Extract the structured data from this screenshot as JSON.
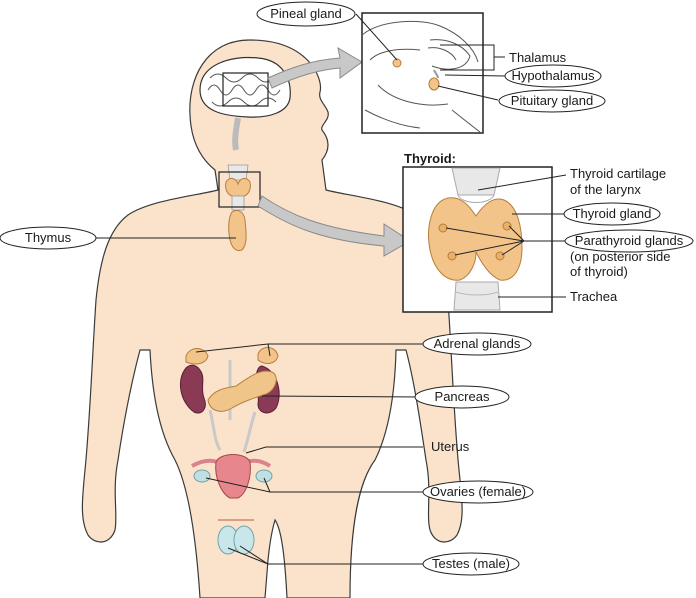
{
  "insets": {
    "thyroid_title": "Thyroid:"
  },
  "labels": {
    "pineal_gland": "Pineal gland",
    "thalamus": "Thalamus",
    "hypothalamus": "Hypothalamus",
    "pituitary_gland": "Pituitary gland",
    "thyroid_cartilage_1": "Thyroid cartilage",
    "thyroid_cartilage_2": "of the larynx",
    "thyroid_gland": "Thyroid gland",
    "parathyroid_1": "Parathyroid glands",
    "parathyroid_2": "(on posterior side",
    "parathyroid_3": "of thyroid)",
    "trachea": "Trachea",
    "thymus": "Thymus",
    "adrenal_glands": "Adrenal glands",
    "pancreas": "Pancreas",
    "uterus": "Uterus",
    "ovaries": "Ovaries (female)",
    "testes": "Testes (male)"
  },
  "colors": {
    "skin": "#fbe3cb",
    "gland": "#f2c48a",
    "kidney": "#8b3a55",
    "outline": "#222222"
  }
}
